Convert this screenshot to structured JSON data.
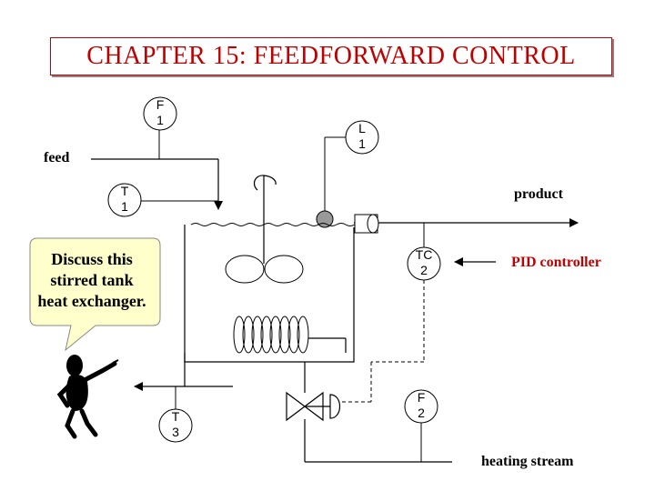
{
  "title": "CHAPTER 15: FEEDFORWARD CONTROL",
  "streams": {
    "feed": "feed",
    "product": "product",
    "heating": "heating stream"
  },
  "controller_note": "PID controller",
  "callout": {
    "line1": "Discuss this",
    "line2": "stirred tank",
    "line3": "heat exchanger."
  },
  "instruments": {
    "f1": {
      "line1": "F",
      "line2": "1"
    },
    "l1": {
      "line1": "L",
      "line2": "1"
    },
    "t1": {
      "line1": "T",
      "line2": "1"
    },
    "tc2": {
      "line1": "TC",
      "line2": "2"
    },
    "f2": {
      "line1": "F",
      "line2": "2"
    },
    "t3": {
      "line1": "T",
      "line2": "3"
    }
  },
  "colors": {
    "title": "#c00000",
    "controller_note": "#c00000",
    "callout_fill": "#ffffcc",
    "sensor_ball": "#999999"
  }
}
